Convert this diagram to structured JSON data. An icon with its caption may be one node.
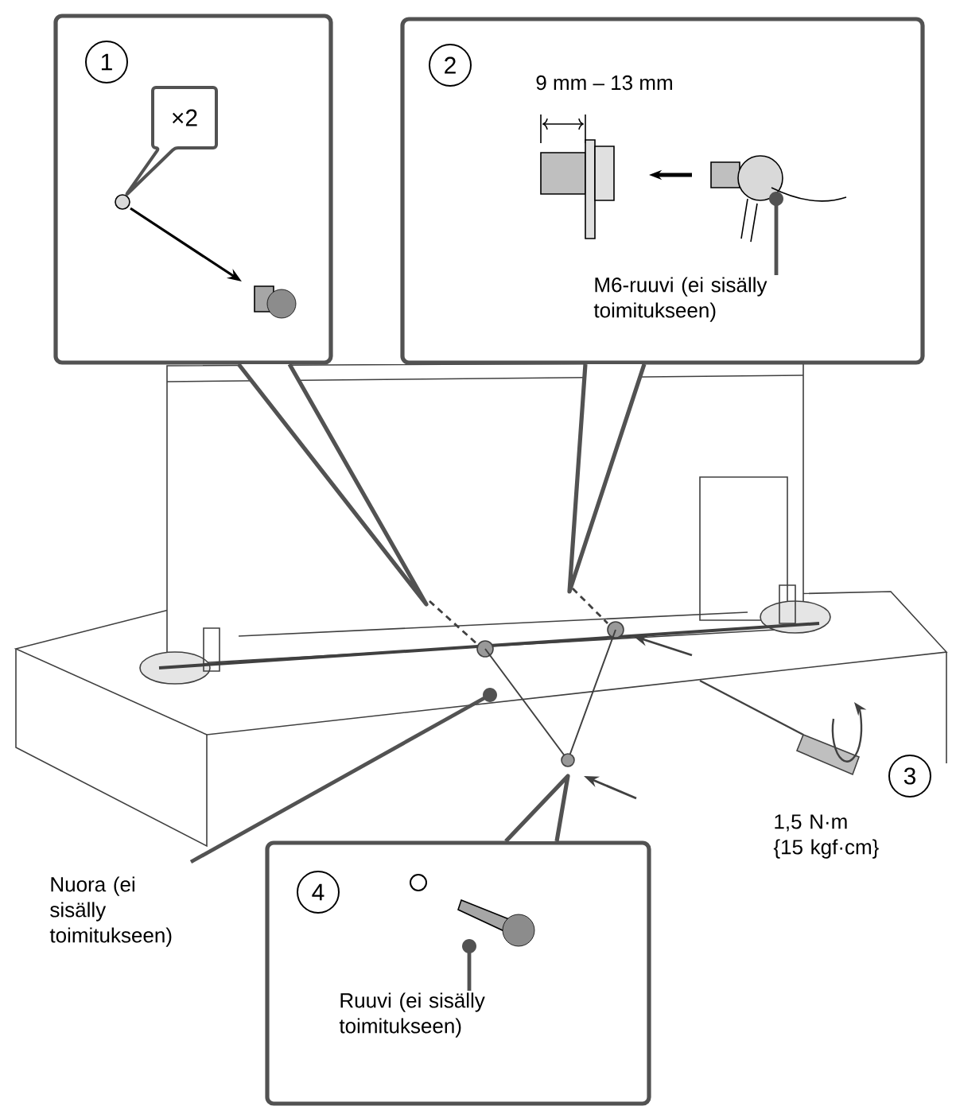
{
  "diagram": {
    "nodes": [
      {
        "text": [],
        "shape": "box"
      },
      {
        "text": [
          "1"
        ],
        "in": 0
      },
      {
        "text": [
          "×2"
        ],
        "in": 0
      },
      {
        "text": [
          "9 mm – 13 mm"
        ]
      },
      {
        "text": [
          "2"
        ],
        "in": 3
      },
      {
        "text": [
          "M6-ruuvi (ei sisälly toimitukseen)"
        ],
        "in": 3
      },
      {
        "text": [
          "3"
        ],
        "beside": [
          "1,5 N·m {15 kgf·cm}"
        ]
      },
      {
        "text": [
          "Nuora (ei sisälly toimitukseen)"
        ]
      },
      {
        "text": [],
        "shape": "box"
      },
      {
        "text": [
          "4"
        ],
        "in": 8
      },
      {
        "text": [
          "Ruuvi (ei sisälly toimitukseen)"
        ],
        "in": 8
      }
    ],
    "edges": [
      {
        "from": 5,
        "to": null,
        "arrow": "other"
      },
      {
        "from": 7,
        "to": null,
        "arrow": "other"
      },
      {
        "from": 10,
        "to": null,
        "arrow": "other"
      }
    ]
  }
}
